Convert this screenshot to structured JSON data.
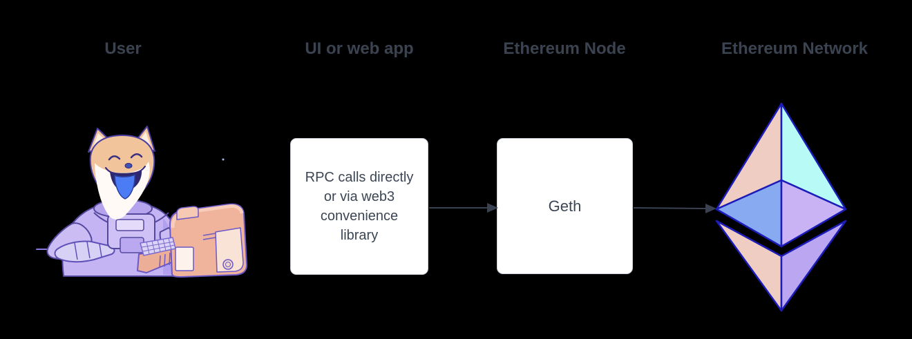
{
  "columns": [
    {
      "label": "User"
    },
    {
      "label": "UI or web app"
    },
    {
      "label": "Ethereum Node"
    },
    {
      "label": "Ethereum Network"
    }
  ],
  "nodes": {
    "user_illustration": "doge-astronaut-typing-on-retro-computer",
    "rpc_box": {
      "text": "RPC calls directly\nor via web3\nconvenience\nlibrary"
    },
    "geth_box": {
      "text": "Geth"
    },
    "network_icon": "ethereum-logo"
  },
  "arrows": [
    {
      "from": "UI or web app",
      "to": "Ethereum Node"
    },
    {
      "from": "Ethereum Node",
      "to": "Ethereum Network"
    }
  ],
  "colors": {
    "background": "#000000",
    "heading_text": "#3b4351",
    "body_text": "#3b4554",
    "box_fill": "#ffffff",
    "box_border": "#c9ced8",
    "arrow": "#3a4252",
    "eth_stroke": "#1c1cb8",
    "eth_peach": "#f0cdc2",
    "eth_mint": "#b8faf6",
    "eth_blue": "#88aaf1",
    "eth_lilac": "#c9b3f5",
    "eth_violet": "#bba7f1"
  }
}
